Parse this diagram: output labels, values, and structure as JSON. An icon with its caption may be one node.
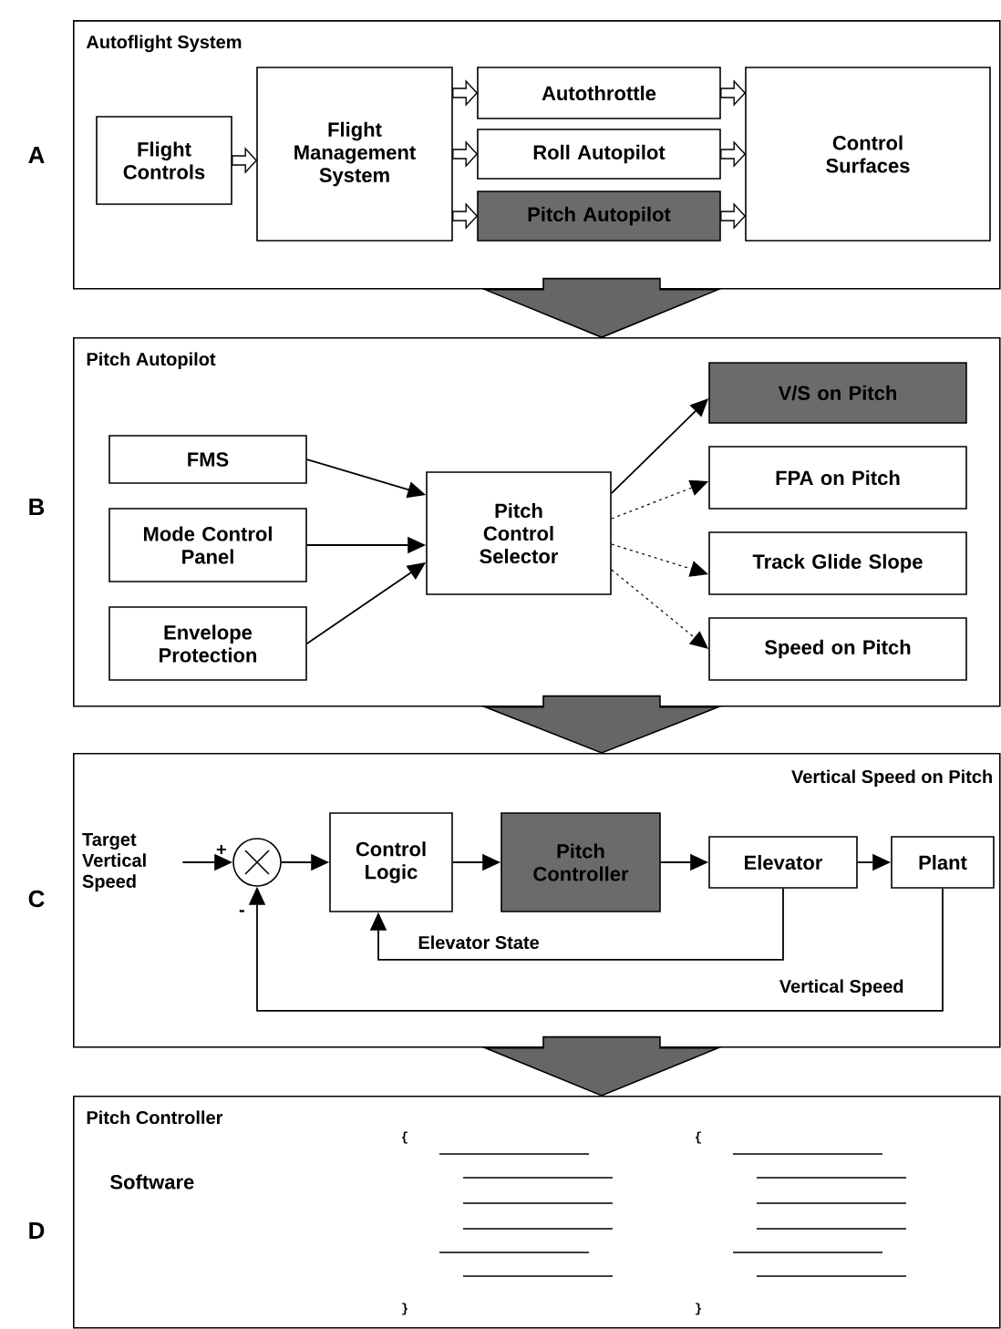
{
  "diagram": {
    "nodes": [
      {
        "text": [
          "Autoflight System"
        ]
      },
      {
        "text": [
          "Flight Controls"
        ],
        "in": 0
      },
      {
        "text": [
          "Flight Management System"
        ],
        "in": 0
      },
      {
        "text": [
          "Autothrottle"
        ],
        "in": 0
      },
      {
        "text": [
          "Roll Autopilot"
        ],
        "in": 0
      },
      {
        "text": [
          "Pitch Autopilot"
        ],
        "in": 0
      },
      {
        "text": [
          "Control Surfaces"
        ],
        "in": 0
      },
      {
        "text": [
          "Pitch Autopilot"
        ]
      },
      {
        "text": [
          "FMS"
        ],
        "in": 7
      },
      {
        "text": [
          "Mode Control Panel"
        ],
        "in": 7
      },
      {
        "text": [
          "Envelope Protection"
        ],
        "in": 7
      },
      {
        "text": [
          "Pitch Control Selector"
        ],
        "in": 7
      },
      {
        "text": [
          "V/S on Pitch"
        ],
        "in": 7
      },
      {
        "text": [
          "FPA on Pitch"
        ],
        "in": 7
      },
      {
        "text": [
          "Track Glide Slope"
        ],
        "in": 7
      },
      {
        "text": [
          "Speed on Pitch"
        ],
        "in": 7
      },
      {
        "text": [
          "Vertical Speed on Pitch"
        ]
      },
      {
        "text": [
          "Target Vertical Speed"
        ],
        "in": 16
      },
      {
        "text": [],
        "shape": "circle",
        "beside": [
          "+",
          "-"
        ],
        "in": 16
      },
      {
        "text": [
          "Control Logic"
        ],
        "in": 16
      },
      {
        "text": [
          "Pitch Controller"
        ],
        "in": 16
      },
      {
        "text": [
          "Elevator"
        ],
        "in": 16
      },
      {
        "text": [
          "Plant"
        ],
        "in": 16
      },
      {
        "text": [
          "Pitch Controller",
          "Software"
        ]
      }
    ],
    "edges": [
      {
        "from": 1,
        "to": 2,
        "arrow": "to",
        "style": "thick"
      },
      {
        "from": 2,
        "to": 3,
        "arrow": "to",
        "style": "thick"
      },
      {
        "from": 2,
        "to": 4,
        "arrow": "to",
        "style": "thick"
      },
      {
        "from": 2,
        "to": 5,
        "arrow": "to",
        "style": "thick"
      },
      {
        "from": 3,
        "to": 6,
        "arrow": "to",
        "style": "thick"
      },
      {
        "from": 4,
        "to": 6,
        "arrow": "to",
        "style": "thick"
      },
      {
        "from": 5,
        "to": 6,
        "arrow": "to",
        "style": "thick"
      },
      {
        "from": 0,
        "to": 7,
        "arrow": "to",
        "style": "thick",
        "color": "#666666"
      },
      {
        "from": 8,
        "to": 11,
        "arrow": "to"
      },
      {
        "from": 9,
        "to": 11,
        "arrow": "to"
      },
      {
        "from": 10,
        "to": 11,
        "arrow": "to"
      },
      {
        "from": 11,
        "to": 12,
        "arrow": "to"
      },
      {
        "from": 11,
        "to": 13,
        "arrow": "to",
        "style": "dashed"
      },
      {
        "from": 11,
        "to": 14,
        "arrow": "to",
        "style": "dashed"
      },
      {
        "from": 11,
        "to": 15,
        "arrow": "to",
        "style": "dashed"
      },
      {
        "from": 7,
        "to": 16,
        "arrow": "to",
        "style": "thick",
        "color": "#666666"
      },
      {
        "from": 17,
        "to": 18,
        "arrow": "to"
      },
      {
        "from": 18,
        "to": 19,
        "arrow": "to"
      },
      {
        "from": 19,
        "to": 20,
        "arrow": "to"
      },
      {
        "from": 20,
        "to": 21,
        "arrow": "to"
      },
      {
        "from": 21,
        "to": 22,
        "arrow": "to"
      },
      {
        "from": 21,
        "to": 19,
        "arrow": "to",
        "label": "Elevator State"
      },
      {
        "from": 22,
        "to": 18,
        "arrow": "to",
        "label": "Vertical Speed"
      },
      {
        "from": 16,
        "to": 23,
        "arrow": "to",
        "style": "thick",
        "color": "#666666"
      }
    ],
    "labels": [
      "A",
      "B",
      "C",
      "D",
      "{",
      "{",
      "}",
      "}"
    ]
  }
}
